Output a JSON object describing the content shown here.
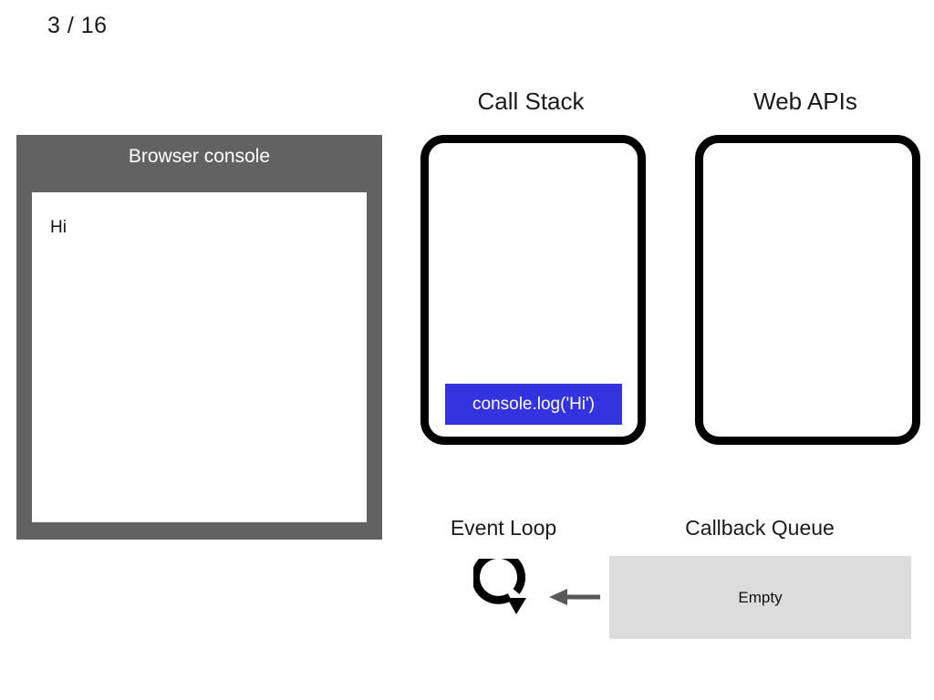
{
  "slide": {
    "counter": "3 / 16",
    "current": 3,
    "total": 16
  },
  "console_panel": {
    "title": "Browser console",
    "panel_color": "#626262",
    "screen_color": "#ffffff",
    "lines": [
      "Hi"
    ],
    "first_line": "Hi"
  },
  "call_stack": {
    "heading": "Call Stack",
    "frames": [
      {
        "label": "console.log('Hi')",
        "color": "#3333e0"
      }
    ],
    "top_frame_label": "console.log('Hi')"
  },
  "web_apis": {
    "heading": "Web APIs",
    "items": [],
    "empty": true
  },
  "event_loop": {
    "heading": "Event Loop",
    "icon": "circular-arrow-icon",
    "direction": "clockwise"
  },
  "flow": {
    "arrow_icon": "arrow-left-icon",
    "arrow_color": "#595959",
    "from": "Callback Queue",
    "to": "Event Loop"
  },
  "callback_queue": {
    "heading": "Callback Queue",
    "status": "Empty",
    "box_color": "#dcdcdc",
    "items": []
  },
  "colors": {
    "background": "#ffffff",
    "text": "#1a1a1a",
    "console_gray": "#626262",
    "stack_frame_blue": "#3333e0",
    "queue_gray": "#dcdcdc",
    "outline_black": "#000000",
    "arrow_gray": "#595959"
  }
}
